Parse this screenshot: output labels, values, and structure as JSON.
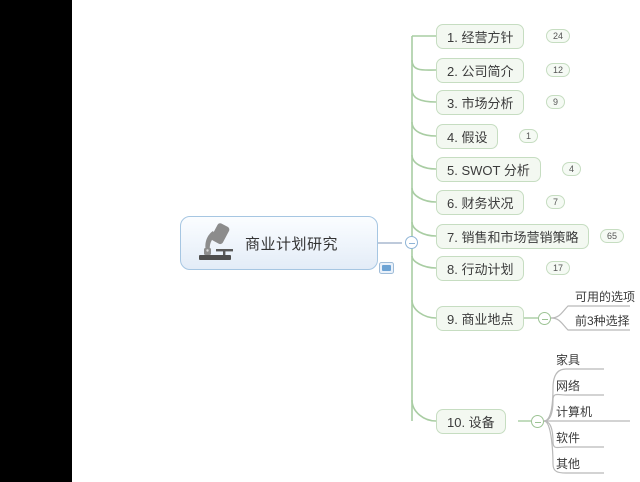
{
  "app": {
    "type": "mindmap",
    "background": "#ffffff",
    "letterbox_color": "#000000"
  },
  "theme": {
    "branch_fill": "#f3f8f1",
    "branch_border": "#c6ddc1",
    "branch_line": "#a9cda3",
    "central_border": "#a6c6e2",
    "central_fill": "#eef4fb",
    "leaf_line": "#b9b9b9",
    "text_color": "#3b3b3b",
    "toggle_blue": "#8fb4d6",
    "toggle_green": "#9cc394"
  },
  "central": {
    "label": "商业计划研究",
    "icon": "microscope-icon",
    "note_icon": "note-icon",
    "toggle": "collapse-toggle-root"
  },
  "branches": [
    {
      "label": "1. 经营方针",
      "badge": "24"
    },
    {
      "label": "2. 公司简介",
      "badge": "12"
    },
    {
      "label": "3. 市场分析",
      "badge": "9"
    },
    {
      "label": "4. 假设",
      "badge": "1"
    },
    {
      "label": "5. SWOT 分析",
      "badge": "4"
    },
    {
      "label": "6. 财务状况",
      "badge": "7"
    },
    {
      "label": "7. 销售和市场营销策略",
      "badge": "65"
    },
    {
      "label": "8. 行动计划",
      "badge": "17"
    },
    {
      "label": "9. 商业地点",
      "badge": null
    },
    {
      "label": "10. 设备",
      "badge": null
    }
  ],
  "location_children": [
    {
      "label": "可用的选项"
    },
    {
      "label": "前3种选择"
    }
  ],
  "equipment_children": [
    {
      "label": "家具"
    },
    {
      "label": "网络"
    },
    {
      "label": "计算机"
    },
    {
      "label": "软件"
    },
    {
      "label": "其他"
    }
  ]
}
